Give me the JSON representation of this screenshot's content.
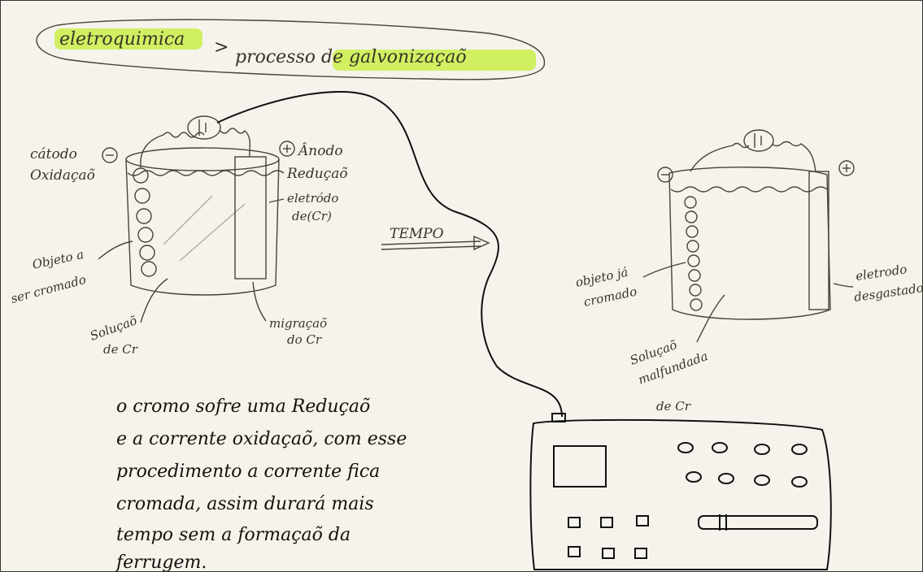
{
  "title": {
    "left": "eletroquimica",
    "right": "processo de galvonizaçaõ"
  },
  "cell_before": {
    "cathode": "cátodo",
    "oxidation": "Oxidaçaõ",
    "anode": "Ânodo",
    "reduction": "Reduçaõ",
    "electrode_line1": "eletródo",
    "electrode_line2": "de(Cr)",
    "object_line1": "Objeto a",
    "object_line2": "ser cromado",
    "solution_line1": "Soluçaõ",
    "solution_line2": "de Cr",
    "migration_line1": "migraçaõ",
    "migration_line2": "do Cr"
  },
  "arrow_label": "TEMPO",
  "cell_after": {
    "object_line1": "objeto já",
    "object_line2": "cromado",
    "electrode_line1": "eletrodo",
    "electrode_line2": "desgastado",
    "solution_line1": "Soluçaõ",
    "solution_line2": "malfundada",
    "solution_line3": "de Cr"
  },
  "explanation": [
    "o cromo sofre uma Reduçaõ",
    "e a corrente oxidaçaõ, com esse",
    "procedimento a corrente fica",
    "cromada, assim durará mais",
    "tempo sem a formaçaõ da",
    "ferrugem."
  ],
  "colors": {
    "highlight": "#c9ef4a",
    "ink": "#111111",
    "pencil": "#4a4238",
    "paper": "#f6f3ec"
  }
}
